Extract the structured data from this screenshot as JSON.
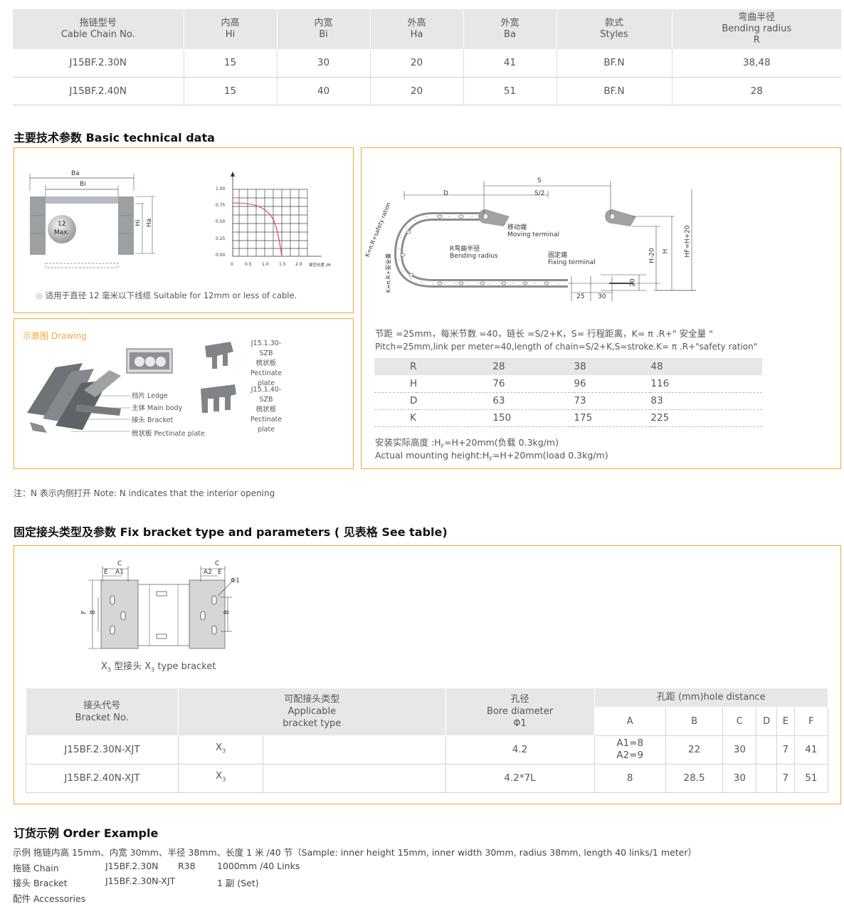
{
  "top_table": {
    "headers": [
      {
        "zh": "拖链型号",
        "en": "Cable Chain No.",
        "sym": ""
      },
      {
        "zh": "内高",
        "en": "Hi",
        "sym": ""
      },
      {
        "zh": "内宽",
        "en": "Bi",
        "sym": ""
      },
      {
        "zh": "外高",
        "en": "Ha",
        "sym": ""
      },
      {
        "zh": "外宽",
        "en": "Ba",
        "sym": ""
      },
      {
        "zh": "款式",
        "en": "Styles",
        "sym": ""
      },
      {
        "zh": "弯曲半径",
        "en": "Bending radius",
        "sym": "R"
      }
    ],
    "rows": [
      [
        "J15BF.2.30N",
        "15",
        "30",
        "20",
        "41",
        "BF.N",
        "38,48"
      ],
      [
        "J15BF.2.40N",
        "15",
        "40",
        "20",
        "51",
        "BF.N",
        "28"
      ]
    ]
  },
  "section1_title": "主要技术参数 Basic technical data",
  "cross_section": {
    "ba": "Ba",
    "bi": "Bi",
    "hi": "Hi",
    "ha": "Ha",
    "ball_num": "12",
    "ball_max": "Max.",
    "note": "适用于直径 12 毫米以下线缆   Suitable for 12mm or less of cable."
  },
  "load_chart": {
    "y_ticks": [
      "1.00",
      "0.75",
      "0.50",
      "0.25",
      "0.00"
    ],
    "x_ticks": [
      "0",
      "0.5",
      "1.0",
      "1.5",
      "2.0"
    ],
    "x_label": "架空长度 (M"
  },
  "drawing": {
    "title": "示意图 Drawing",
    "plate1": [
      "J15.1.30-SZB",
      "梳状板",
      "Pectinate plate"
    ],
    "plate2": [
      "J15.1.40-SZB",
      "梳状板",
      "Pectinate plate"
    ],
    "labels": [
      "挡片 Ledge",
      "主体 Main body",
      "接头 Bracket",
      "梳状板 Pectinate plate"
    ]
  },
  "install": {
    "s": "S",
    "s2": "S/2",
    "d": "D",
    "moving_zh": "移动端",
    "moving_en": "Moving terminal",
    "radius_zh": "R弯曲半径",
    "radius_en": "Bending radius",
    "fixing_zh": "固定端",
    "fixing_en": "Fixing terminal",
    "k_label": "K=π.R+safety ration",
    "k_label2": "K=π.R+安全量",
    "h20": "H-20",
    "h": "H",
    "hf": "HF=H+20",
    "dim20": "20",
    "dim25": "25",
    "dim30": "30",
    "pitch_zh": "节距 =25mm，每米节数 =40，链长 =S/2+K，S= 行程距离，K= π .R+\" 安全量 \"",
    "pitch_en": "Pitch=25mm,link per meter=40,length of chain=S/2+K,S=stroke.K= π .R+\"safety ration\"",
    "table": [
      [
        "R",
        "28",
        "38",
        "48"
      ],
      [
        "H",
        "76",
        "96",
        "116"
      ],
      [
        "D",
        "63",
        "73",
        "83"
      ],
      [
        "K",
        "150",
        "175",
        "225"
      ]
    ],
    "mount_zh_a": "安装实际高度 :H",
    "mount_sub": "F",
    "mount_zh_b": "=H+20mm(负载 0.3kg/m)",
    "mount_en_a": "Actual mounting height:H",
    "mount_en_b": "=H+20mm(load 0.3kg/m)"
  },
  "note_n": "注：N 表示内侧打开  Note: N indicates that the interior opening",
  "section2_title": "固定接头类型及参数 Fix bracket type and parameters ( 见表格 See table)",
  "bracket_drawing": {
    "caption_a": "X",
    "caption_sub": "3",
    "caption_b": " 型接头  X",
    "caption_c": " type bracket",
    "c": "C",
    "e": "E",
    "a1": "A1",
    "a2": "A2",
    "phi": "Φ1",
    "f": "F",
    "b": "B"
  },
  "bracket_table": {
    "h_no_zh": "接头代号",
    "h_no_en": "Bracket No.",
    "h_type_zh": "可配接头类型",
    "h_type_en1": "Applicable",
    "h_type_en2": "bracket type",
    "h_bore_zh": "孔径",
    "h_bore_en": "Bore diameter",
    "h_bore_sym": "Φ1",
    "h_hole": "孔距 (mm)hole distance",
    "sub": [
      "A",
      "B",
      "C",
      "D",
      "E",
      "F"
    ],
    "rows": [
      {
        "no": "J15BF.2.30N-XJT",
        "type": "X",
        "type_sub": "3",
        "bore": "4.2",
        "a": "A1=8",
        "a2": "A2=9",
        "b": "22",
        "c": "30",
        "d": "",
        "e": "7",
        "f": "41"
      },
      {
        "no": "J15BF.2.40N-XJT",
        "type": "X",
        "type_sub": "3",
        "bore": "4.2*7L",
        "a": "8",
        "a2": "",
        "b": "28.5",
        "c": "30",
        "d": "",
        "e": "7",
        "f": "51"
      }
    ]
  },
  "order": {
    "title": "订货示例 Order Example",
    "example": "示例  拖链内高 15mm、内宽 30mm、半径 38mm、长度 1 米 /40 节（Sample: inner height 15mm, inner width 30mm, radius 38mm, length 40 links/1 meter）",
    "chain_label": "拖链  Chain",
    "chain_no": "J15BF.2.30N",
    "chain_r": "R38",
    "chain_len": "1000mm /40 Links",
    "bracket_label": "接头  Bracket",
    "bracket_no": "J15BF.2.30N-XJT",
    "bracket_qty": "1 副 (Set)",
    "acc_label": "配件  Accessories"
  }
}
